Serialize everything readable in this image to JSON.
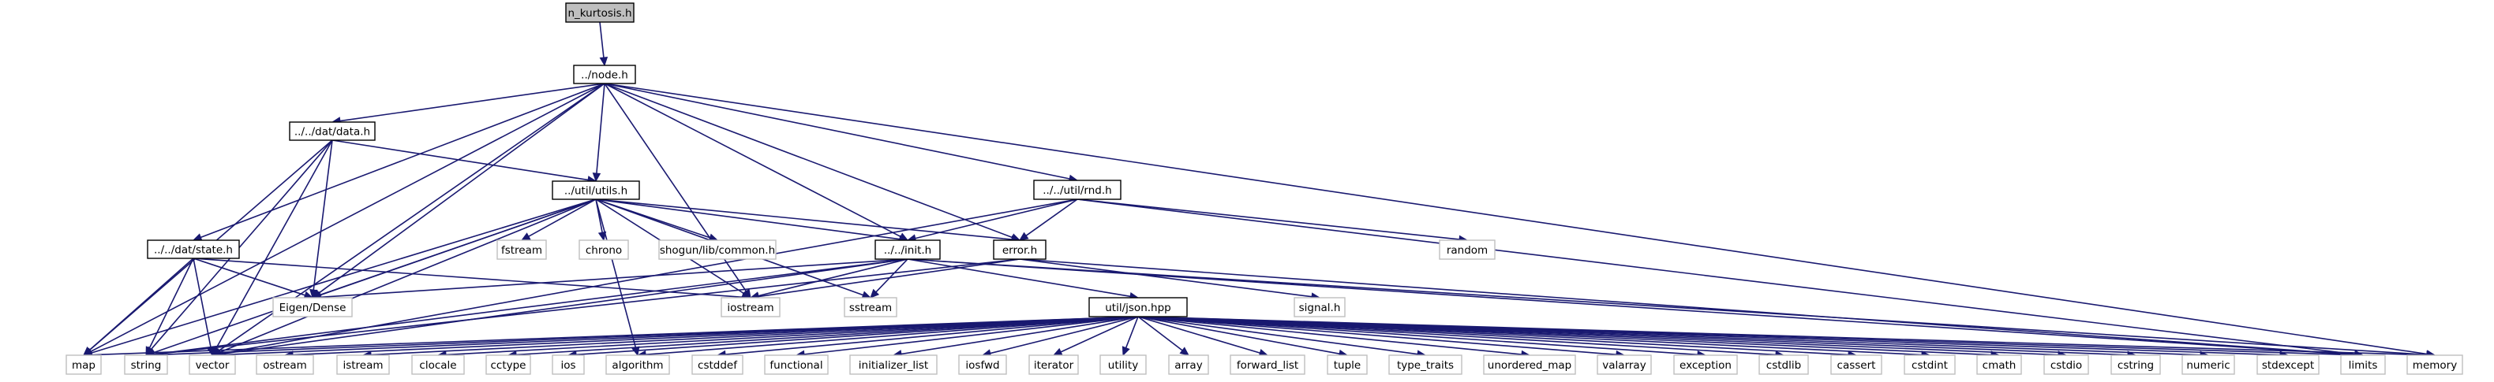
{
  "graph": {
    "colors": {
      "edge": "#191970",
      "self_fill": "#bfbfbf",
      "internal_border": "#000000",
      "external_border": "#bfbfbf"
    },
    "nodes": [
      {
        "id": "n_kurtosis",
        "label": "n_kurtosis.h",
        "kind": "self"
      },
      {
        "id": "node",
        "label": "../node.h",
        "kind": "internal"
      },
      {
        "id": "data",
        "label": "../../dat/data.h",
        "kind": "internal"
      },
      {
        "id": "utils",
        "label": "../util/utils.h",
        "kind": "internal"
      },
      {
        "id": "rnd",
        "label": "../../util/rnd.h",
        "kind": "internal"
      },
      {
        "id": "state",
        "label": "../../dat/state.h",
        "kind": "internal"
      },
      {
        "id": "error",
        "label": "error.h",
        "kind": "internal"
      },
      {
        "id": "init",
        "label": "../../init.h",
        "kind": "internal"
      },
      {
        "id": "json",
        "label": "util/json.hpp",
        "kind": "internal"
      },
      {
        "id": "fstream",
        "label": "fstream",
        "kind": "external"
      },
      {
        "id": "chrono",
        "label": "chrono",
        "kind": "external"
      },
      {
        "id": "shogun",
        "label": "shogun/lib/common.h",
        "kind": "external"
      },
      {
        "id": "random",
        "label": "random",
        "kind": "external"
      },
      {
        "id": "signal",
        "label": "signal.h",
        "kind": "external"
      },
      {
        "id": "eigen",
        "label": "Eigen/Dense",
        "kind": "external"
      },
      {
        "id": "iostream",
        "label": "iostream",
        "kind": "external"
      },
      {
        "id": "sstream",
        "label": "sstream",
        "kind": "external"
      },
      {
        "id": "map",
        "label": "map",
        "kind": "external"
      },
      {
        "id": "string",
        "label": "string",
        "kind": "external"
      },
      {
        "id": "vector",
        "label": "vector",
        "kind": "external"
      },
      {
        "id": "ostream",
        "label": "ostream",
        "kind": "external"
      },
      {
        "id": "istream",
        "label": "istream",
        "kind": "external"
      },
      {
        "id": "clocale",
        "label": "clocale",
        "kind": "external"
      },
      {
        "id": "cctype",
        "label": "cctype",
        "kind": "external"
      },
      {
        "id": "ios",
        "label": "ios",
        "kind": "external"
      },
      {
        "id": "algorithm",
        "label": "algorithm",
        "kind": "external"
      },
      {
        "id": "cstddef",
        "label": "cstddef",
        "kind": "external"
      },
      {
        "id": "functional",
        "label": "functional",
        "kind": "external"
      },
      {
        "id": "initializer_list",
        "label": "initializer_list",
        "kind": "external"
      },
      {
        "id": "iosfwd",
        "label": "iosfwd",
        "kind": "external"
      },
      {
        "id": "iterator",
        "label": "iterator",
        "kind": "external"
      },
      {
        "id": "utility",
        "label": "utility",
        "kind": "external"
      },
      {
        "id": "array",
        "label": "array",
        "kind": "external"
      },
      {
        "id": "forward_list",
        "label": "forward_list",
        "kind": "external"
      },
      {
        "id": "tuple",
        "label": "tuple",
        "kind": "external"
      },
      {
        "id": "type_traits",
        "label": "type_traits",
        "kind": "external"
      },
      {
        "id": "unordered_map",
        "label": "unordered_map",
        "kind": "external"
      },
      {
        "id": "valarray",
        "label": "valarray",
        "kind": "external"
      },
      {
        "id": "exception",
        "label": "exception",
        "kind": "external"
      },
      {
        "id": "cstdlib",
        "label": "cstdlib",
        "kind": "external"
      },
      {
        "id": "cassert",
        "label": "cassert",
        "kind": "external"
      },
      {
        "id": "cstdint",
        "label": "cstdint",
        "kind": "external"
      },
      {
        "id": "cmath",
        "label": "cmath",
        "kind": "external"
      },
      {
        "id": "cstdio",
        "label": "cstdio",
        "kind": "external"
      },
      {
        "id": "cstring",
        "label": "cstring",
        "kind": "external"
      },
      {
        "id": "numeric",
        "label": "numeric",
        "kind": "external"
      },
      {
        "id": "stdexcept",
        "label": "stdexcept",
        "kind": "external"
      },
      {
        "id": "limits",
        "label": "limits",
        "kind": "external"
      },
      {
        "id": "memory",
        "label": "memory",
        "kind": "external"
      }
    ],
    "edges": [
      [
        "n_kurtosis",
        "node"
      ],
      [
        "node",
        "data"
      ],
      [
        "node",
        "utils"
      ],
      [
        "node",
        "rnd"
      ],
      [
        "node",
        "state"
      ],
      [
        "node",
        "error"
      ],
      [
        "node",
        "init"
      ],
      [
        "node",
        "eigen"
      ],
      [
        "node",
        "map"
      ],
      [
        "node",
        "memory"
      ],
      [
        "node",
        "iostream"
      ],
      [
        "node",
        "vector"
      ],
      [
        "data",
        "utils"
      ],
      [
        "data",
        "eigen"
      ],
      [
        "data",
        "map"
      ],
      [
        "data",
        "string"
      ],
      [
        "data",
        "vector"
      ],
      [
        "utils",
        "error"
      ],
      [
        "utils",
        "init"
      ],
      [
        "utils",
        "fstream"
      ],
      [
        "utils",
        "chrono"
      ],
      [
        "utils",
        "shogun"
      ],
      [
        "utils",
        "eigen"
      ],
      [
        "utils",
        "iostream"
      ],
      [
        "utils",
        "sstream"
      ],
      [
        "utils",
        "map"
      ],
      [
        "utils",
        "string"
      ],
      [
        "utils",
        "vector"
      ],
      [
        "utils",
        "algorithm"
      ],
      [
        "rnd",
        "init"
      ],
      [
        "rnd",
        "error"
      ],
      [
        "rnd",
        "random"
      ],
      [
        "rnd",
        "limits"
      ],
      [
        "rnd",
        "vector"
      ],
      [
        "state",
        "eigen"
      ],
      [
        "state",
        "iostream"
      ],
      [
        "state",
        "map"
      ],
      [
        "state",
        "string"
      ],
      [
        "state",
        "vector"
      ],
      [
        "error",
        "iostream"
      ],
      [
        "error",
        "signal"
      ],
      [
        "error",
        "limits"
      ],
      [
        "error",
        "string"
      ],
      [
        "init",
        "json"
      ],
      [
        "init",
        "eigen"
      ],
      [
        "init",
        "iostream"
      ],
      [
        "init",
        "sstream"
      ],
      [
        "init",
        "string"
      ],
      [
        "init",
        "vector"
      ],
      [
        "init",
        "limits"
      ],
      [
        "init",
        "memory"
      ],
      [
        "json",
        "map"
      ],
      [
        "json",
        "string"
      ],
      [
        "json",
        "vector"
      ],
      [
        "json",
        "ostream"
      ],
      [
        "json",
        "istream"
      ],
      [
        "json",
        "clocale"
      ],
      [
        "json",
        "cctype"
      ],
      [
        "json",
        "ios"
      ],
      [
        "json",
        "algorithm"
      ],
      [
        "json",
        "cstddef"
      ],
      [
        "json",
        "functional"
      ],
      [
        "json",
        "initializer_list"
      ],
      [
        "json",
        "iosfwd"
      ],
      [
        "json",
        "iterator"
      ],
      [
        "json",
        "utility"
      ],
      [
        "json",
        "array"
      ],
      [
        "json",
        "forward_list"
      ],
      [
        "json",
        "tuple"
      ],
      [
        "json",
        "type_traits"
      ],
      [
        "json",
        "unordered_map"
      ],
      [
        "json",
        "valarray"
      ],
      [
        "json",
        "exception"
      ],
      [
        "json",
        "cstdlib"
      ],
      [
        "json",
        "cassert"
      ],
      [
        "json",
        "cstdint"
      ],
      [
        "json",
        "cmath"
      ],
      [
        "json",
        "cstdio"
      ],
      [
        "json",
        "cstring"
      ],
      [
        "json",
        "numeric"
      ],
      [
        "json",
        "stdexcept"
      ],
      [
        "json",
        "limits"
      ],
      [
        "json",
        "memory"
      ]
    ]
  }
}
